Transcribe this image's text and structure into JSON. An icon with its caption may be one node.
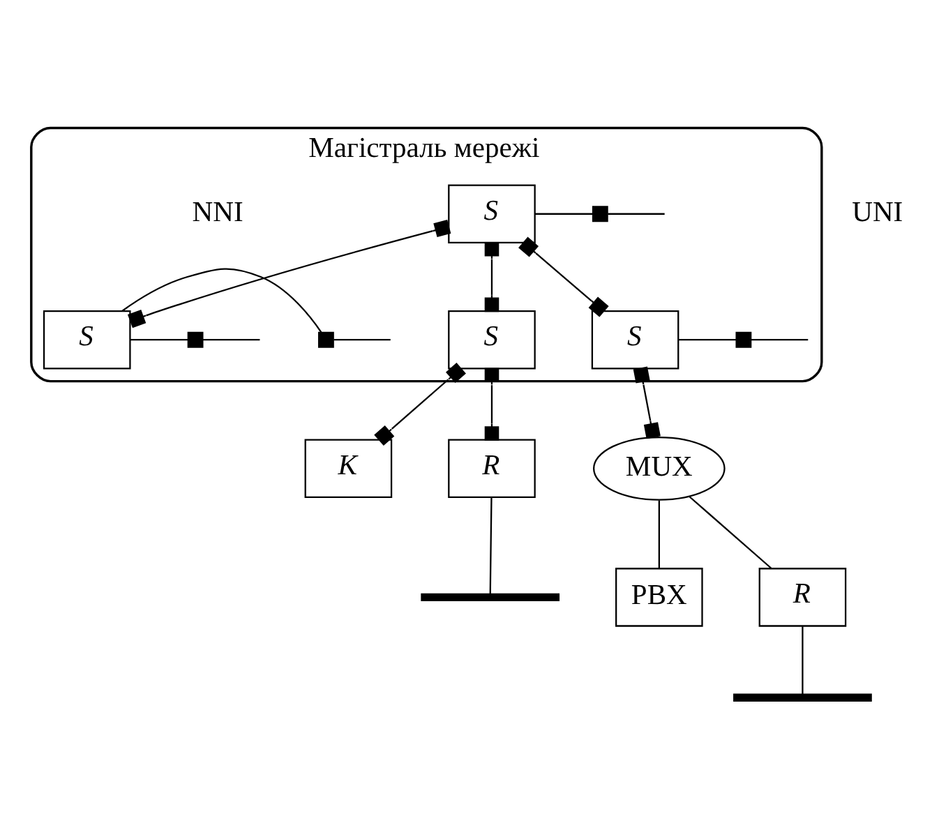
{
  "diagram": {
    "nodes": [
      {
        "text": [
          "Магістраль мережі"
        ]
      },
      {
        "text": [
          "S"
        ],
        "in": 0
      },
      {
        "text": [
          "S"
        ],
        "in": 0
      },
      {
        "text": [
          "S"
        ],
        "in": 0
      },
      {
        "text": [
          "S"
        ],
        "in": 0
      },
      {
        "text": [
          "K"
        ]
      },
      {
        "text": [
          "R"
        ]
      },
      {
        "text": [
          "MUX"
        ]
      },
      {
        "text": [
          "PBX"
        ]
      },
      {
        "text": [
          "R"
        ]
      },
      {
        "text": [],
        "shape": "bar"
      },
      {
        "text": [],
        "shape": "bar"
      }
    ],
    "edges": [
      {
        "from": null,
        "to": 1,
        "arrow": "other"
      },
      {
        "from": 1,
        "to": 2,
        "arrow": "other"
      },
      {
        "from": 1,
        "to": 3,
        "arrow": "other"
      },
      {
        "from": 1,
        "to": 4,
        "arrow": "other"
      },
      {
        "from": 2,
        "to": null,
        "arrow": "other"
      },
      {
        "from": 2,
        "to": null,
        "arrow": "other"
      },
      {
        "from": 4,
        "to": null,
        "arrow": "other"
      },
      {
        "from": 3,
        "to": 5,
        "arrow": "other"
      },
      {
        "from": 3,
        "to": 6,
        "arrow": "other"
      },
      {
        "from": 4,
        "to": 7,
        "arrow": "other"
      },
      {
        "from": 7,
        "to": 8,
        "arrow": "none"
      },
      {
        "from": 7,
        "to": 9,
        "arrow": "none"
      },
      {
        "from": 6,
        "to": 10,
        "arrow": "none"
      },
      {
        "from": 9,
        "to": 11,
        "arrow": "none"
      }
    ],
    "labels": [
      "NNI",
      "UNI"
    ]
  }
}
